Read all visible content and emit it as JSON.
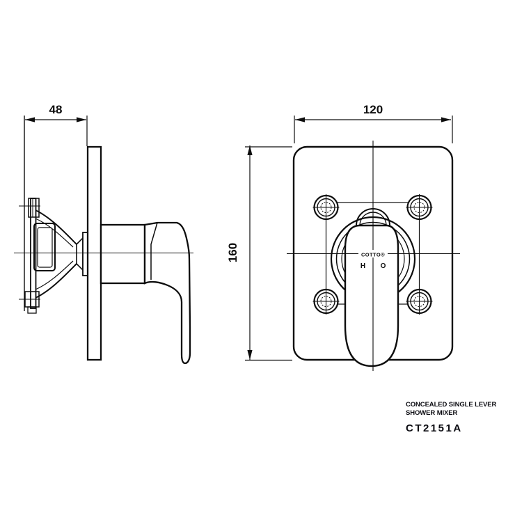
{
  "page": {
    "background": "#ffffff",
    "ink": "#0d0d0d"
  },
  "drawing": {
    "type": "technical-dimension-drawing",
    "views": {
      "side": {
        "label": "side-view",
        "depth_dimension": "48"
      },
      "front": {
        "label": "front-view",
        "width_dimension": "120",
        "height_dimension": "160"
      }
    },
    "handle_markings": {
      "brand": "COTTO®",
      "left_marking": "H",
      "right_marking": "O"
    }
  },
  "title_block": {
    "line1": "CONCEALED SINGLE LEVER",
    "line2": "SHOWER MIXER",
    "model": "CT2151A"
  }
}
